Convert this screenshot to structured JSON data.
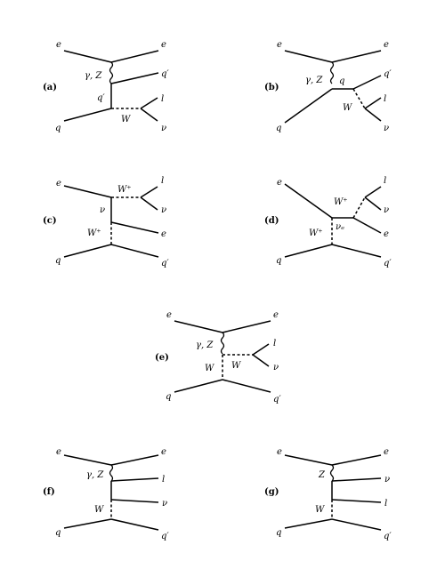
{
  "diagrams": {
    "a": {
      "panel": "(a)",
      "labels": {
        "e_in": "e",
        "e_out": "e",
        "q_out": "q′",
        "boson1": "γ, Z",
        "q_prop": "q′",
        "q_in": "q",
        "w": "W",
        "l": "l",
        "nu": "ν"
      }
    },
    "b": {
      "panel": "(b)",
      "labels": {
        "e_in": "e",
        "e_out": "e",
        "q_out": "q′",
        "boson1": "γ, Z",
        "q_prop": "q",
        "q_in": "q",
        "w": "W",
        "l": "l",
        "nu": "ν"
      }
    },
    "c": {
      "panel": "(c)",
      "labels": {
        "e_in": "e",
        "w_top": "W⁺",
        "l": "l",
        "nu_out": "ν",
        "nu_prop": "ν",
        "w_prop": "W⁺",
        "e_out": "e",
        "q_in": "q",
        "q_out": "q′"
      }
    },
    "d": {
      "panel": "(d)",
      "labels": {
        "e_in": "e",
        "w_top": "W⁺",
        "l": "l",
        "nu_out": "ν",
        "nue_prop": "νₑ",
        "w_prop": "W⁺",
        "e_out": "e",
        "q_in": "q",
        "q_out": "q′"
      }
    },
    "e": {
      "panel": "(e)",
      "labels": {
        "e_in": "e",
        "e_out": "e",
        "boson1": "γ, Z",
        "l": "l",
        "nu": "ν",
        "w_prop": "W",
        "w_out": "W",
        "q_in": "q",
        "q_out": "q′"
      }
    },
    "f": {
      "panel": "(f)",
      "labels": {
        "e_in": "e",
        "e_out": "e",
        "boson1": "γ, Z",
        "l": "l",
        "nu": "ν",
        "w": "W",
        "q_in": "q",
        "q_out": "q′"
      }
    },
    "g": {
      "panel": "(g)",
      "labels": {
        "e_in": "e",
        "e_out": "e",
        "boson1": "Z",
        "nu": "ν",
        "l": "l",
        "w": "W",
        "q_in": "q",
        "q_out": "q′"
      }
    }
  }
}
